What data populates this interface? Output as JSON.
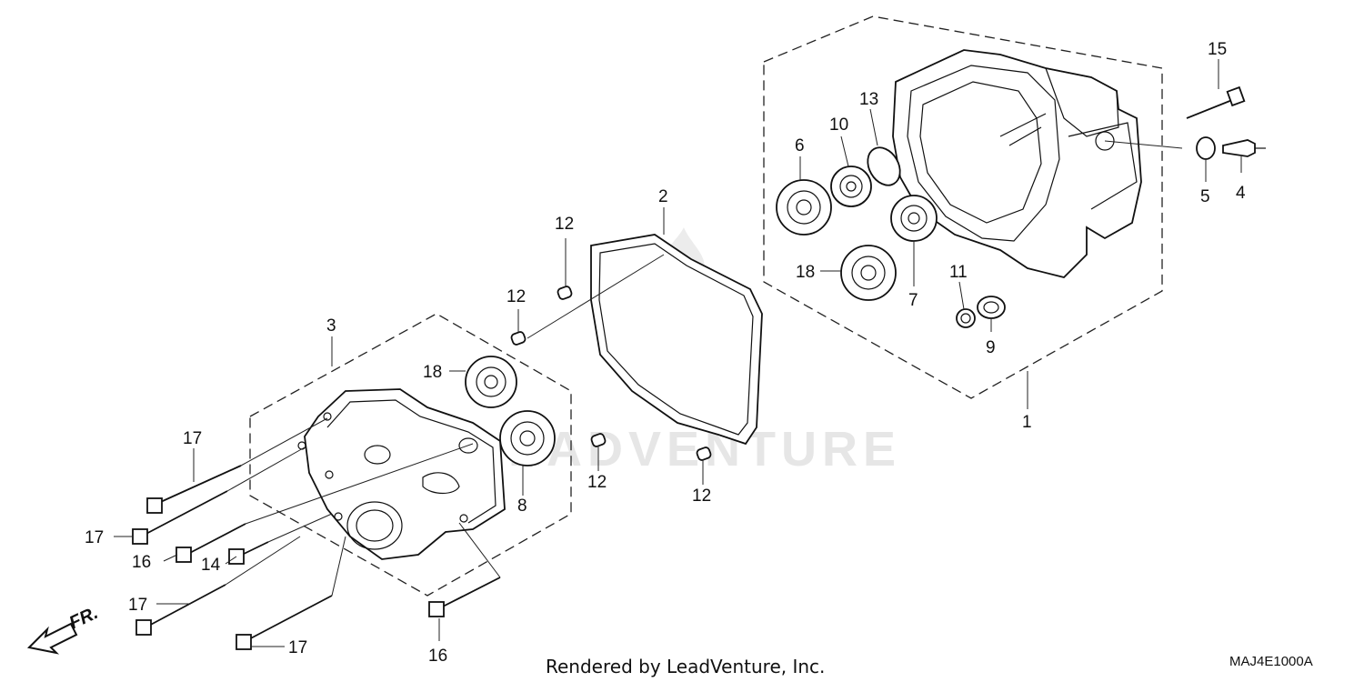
{
  "callouts": {
    "n1": "1",
    "n2": "2",
    "n3": "3",
    "n4": "4",
    "n5": "5",
    "n6": "6",
    "n7": "7",
    "n8": "8",
    "n9": "9",
    "n10": "10",
    "n11": "11",
    "n12a": "12",
    "n12b": "12",
    "n12c": "12",
    "n12d": "12",
    "n13": "13",
    "n14": "14",
    "n15": "15",
    "n16a": "16",
    "n16b": "16",
    "n17a": "17",
    "n17b": "17",
    "n17c": "17",
    "n17d": "17",
    "n18a": "18",
    "n18b": "18"
  },
  "direction_label": "FR.",
  "footer": {
    "rendered_by": "Rendered by LeadVenture, Inc.",
    "diagram_code": "MAJ4E1000A"
  },
  "watermark": "LEADVENTURE",
  "colors": {
    "line": "#111111",
    "watermark": "#e6e6e6"
  }
}
